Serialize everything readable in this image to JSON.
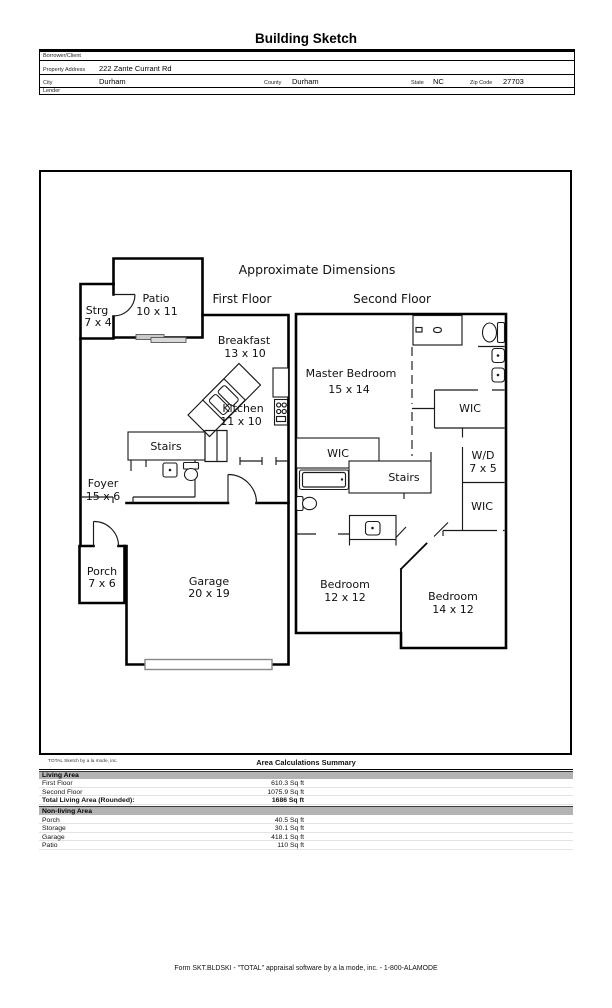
{
  "page": {
    "title": "Building Sketch",
    "footer": "Form SKT.BLDSKI - \"TOTAL\" appraisal software by a la mode, inc. - 1-800-ALAMODE"
  },
  "header_form": {
    "borrower": {
      "label": "Borrower/Client",
      "value": ""
    },
    "property_address": {
      "label": "Property Address",
      "value": "222 Zante Currant Rd"
    },
    "city": {
      "label": "City",
      "value": "Durham"
    },
    "county": {
      "label": "County",
      "value": "Durham"
    },
    "state": {
      "label": "State",
      "value": "NC"
    },
    "zip": {
      "label": "Zip Code",
      "value": "27703"
    },
    "lender": {
      "label": "Lender",
      "value": ""
    }
  },
  "sketch": {
    "heading": "Approximate Dimensions",
    "floors": {
      "first": "First Floor",
      "second": "Second Floor"
    },
    "rooms": {
      "patio": {
        "name": "Patio",
        "dim": "10 x 11"
      },
      "strg": {
        "name": "Strg",
        "dim": "7 x 4"
      },
      "breakfast": {
        "name": "Breakfast",
        "dim": "13 x 10"
      },
      "kitchen": {
        "name": "Kitchen",
        "dim": "11 x 10"
      },
      "stairs1": {
        "name": "Stairs"
      },
      "foyer": {
        "name": "Foyer",
        "dim": "15 x 6"
      },
      "porch": {
        "name": "Porch",
        "dim": "7 x 6"
      },
      "garage": {
        "name": "Garage",
        "dim": "20 x 19"
      },
      "master": {
        "name": "Master Bedroom",
        "dim": "15 x 14"
      },
      "wic_hall": {
        "name": "WIC"
      },
      "wd": {
        "name": "W/D",
        "dim": "7 x 5"
      },
      "wic_lower": {
        "name": "WIC"
      },
      "wic_master": {
        "name": "WIC"
      },
      "stairs2": {
        "name": "Stairs"
      },
      "bedroom12": {
        "name": "Bedroom",
        "dim": "12 x 12"
      },
      "bedroom14": {
        "name": "Bedroom",
        "dim": "14 x 12"
      }
    }
  },
  "area_summary": {
    "attribution": "TOTAL Sketch by a la mode, inc.",
    "title": "Area Calculations Summary",
    "living_header": "Living Area",
    "living_rows": [
      {
        "label": "First Floor",
        "value": "610.3 Sq ft"
      },
      {
        "label": "Second Floor",
        "value": "1075.9 Sq ft"
      }
    ],
    "total_label": "Total Living Area (Rounded):",
    "total_value": "1686 Sq ft",
    "nonliving_header": "Non-living Area",
    "nonliving_rows": [
      {
        "label": "Porch",
        "value": "40.5 Sq ft"
      },
      {
        "label": "Storage",
        "value": "30.1 Sq ft"
      },
      {
        "label": "Garage",
        "value": "418.1 Sq ft"
      },
      {
        "label": "Patio",
        "value": "110 Sq ft"
      }
    ]
  },
  "colors": {
    "wall": "#000000",
    "band_gray": "#b3b3b3"
  }
}
